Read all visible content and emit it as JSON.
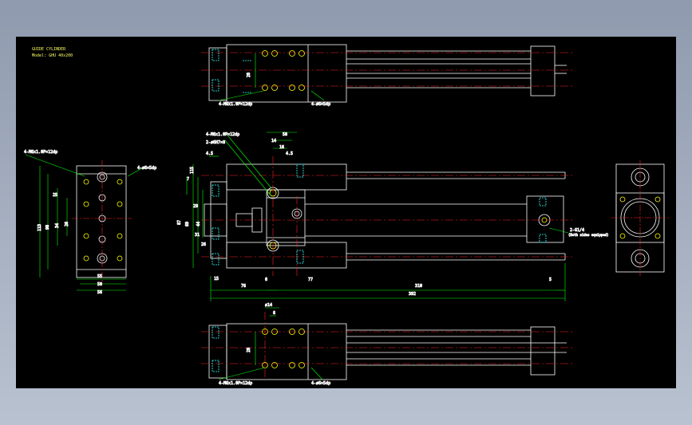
{
  "title_block": {
    "line1": "GUIDE CYLINDER",
    "line2": "Model: GHU 40x200"
  },
  "notes": {
    "top_left": "4-M6x1.0P×12dp",
    "top_right": "4-ø6×5dp",
    "front_top1": "4-M6x1.0P×12dp",
    "front_top2": "2-ø6H7×8",
    "side_left": "4-M6x1.0P×12dp",
    "side_right": "4-ø6×5dp",
    "bottom_left": "4-M6x1.0P×12dp",
    "bottom_right": "4-ø6×5dp",
    "port": "2-G1/4",
    "port_sub": "(Both sides equipped)"
  },
  "dims": {
    "d58": "58",
    "d14": "14",
    "d16": "16",
    "d45": "4.5",
    "d45b": "4.5",
    "d115": "115",
    "d7": "7",
    "d28a": "28",
    "d29": "29",
    "d87": "87",
    "d69": "69",
    "d44": "44",
    "d31": "31",
    "d26": "26",
    "d15": "15",
    "d76": "76",
    "d6": "6",
    "d77": "77",
    "d310": "310",
    "d5": "5",
    "d392": "392",
    "s113": "113",
    "s98": "98",
    "s34": "34",
    "s26": "26",
    "s25": "25",
    "s50": "50",
    "s56": "56",
    "s55": "55",
    "b14": "ø14",
    "b6": "6",
    "b28": "28"
  },
  "colors": {
    "background": "#000000",
    "outline": "#ffffff",
    "dimension": "#00ff00",
    "centerline": "#ff0000",
    "hidden": "#33ffff",
    "hole": "#ffff00",
    "window": "#9aa5b7"
  }
}
